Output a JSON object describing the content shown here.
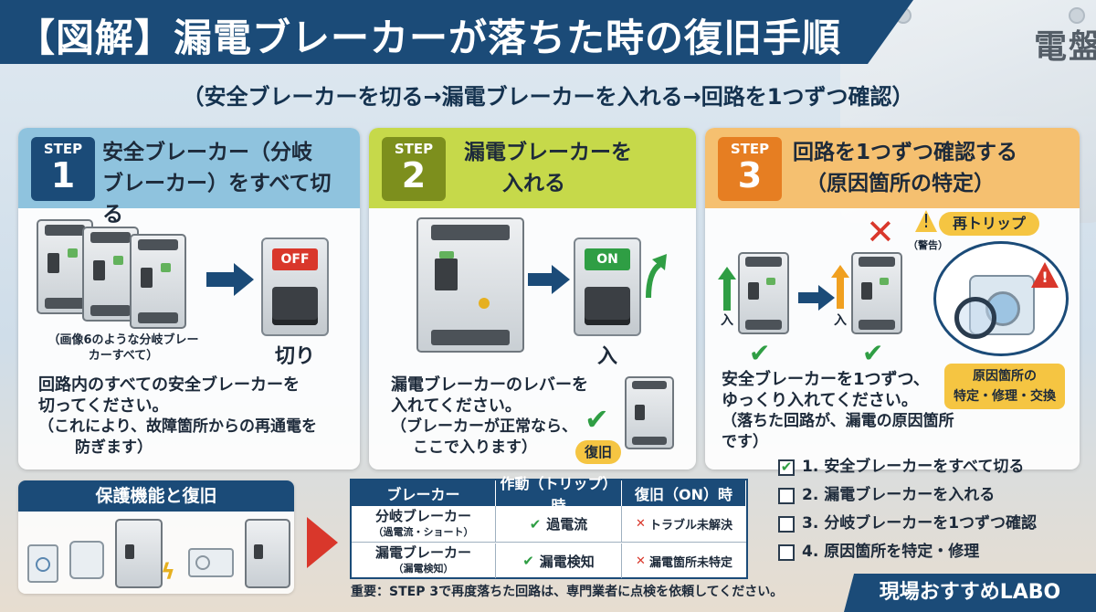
{
  "title": "【図解】漏電ブレーカーが落ちた時の復旧手順",
  "bg_label": "電盤",
  "subtitle": "（安全ブレーカーを切る→漏電ブレーカーを入れる→回路を1つずつ確認）",
  "steps": [
    {
      "step_word": "STEP",
      "number": "1",
      "title_lines": [
        "安全ブレーカー（分岐",
        "ブレーカー）をすべて切る"
      ],
      "caption": "（画像6のような分岐ブレーカーすべて）",
      "switch_label": "OFF",
      "action_label": "切り",
      "desc_lines": [
        "回路内のすべての安全ブレーカーを",
        "切ってください。",
        "（これにより、故障箇所からの再通電を",
        "防ぎます）"
      ]
    },
    {
      "step_word": "STEP",
      "number": "2",
      "title_lines": [
        "漏電ブレーカーを",
        "入れる"
      ],
      "switch_label": "ON",
      "action_label": "入",
      "desc_lines": [
        "漏電ブレーカーのレバーを",
        "入れてください。",
        "（ブレーカーが正常なら、",
        "ここで入ります）"
      ],
      "badge_label": "復旧"
    },
    {
      "step_word": "STEP",
      "number": "3",
      "title_lines": [
        "回路を1つずつ確認する",
        "（原因箇所の特定）"
      ],
      "on_label_1": "入",
      "on_label_2": "入",
      "retrip_label": "再トリップ",
      "warning_label": "（警告）",
      "cause_lines": [
        "原因箇所の",
        "特定・修理・交換"
      ],
      "desc_lines": [
        "安全ブレーカーを1つずつ、",
        "ゆっくり入れてください。",
        "（落ちた回路が、漏電の原因箇所です）"
      ]
    }
  ],
  "checklist": [
    {
      "label": "1. 安全ブレーカーをすべて切る",
      "checked": true
    },
    {
      "label": "2. 漏電ブレーカーを入れる",
      "checked": false
    },
    {
      "label": "3. 分岐ブレーカーを1つずつ確認",
      "checked": false
    },
    {
      "label": "4. 原因箇所を特定・修理",
      "checked": false
    }
  ],
  "protection": {
    "title": "保護機能と復旧"
  },
  "table": {
    "headers": [
      "ブレーカー",
      "作動（トリップ）時",
      "復旧（ON）時"
    ],
    "rows": [
      {
        "name": "分岐ブレーカー",
        "sub": "（過電流・ショート）",
        "trip": "過電流",
        "recover": "トラブル未解決"
      },
      {
        "name": "漏電ブレーカー",
        "sub": "（漏電検知）",
        "trip": "漏電検知",
        "recover": "漏電箇所未特定"
      }
    ]
  },
  "warning": "重要：STEP 3で再度落ちた回路は、専門業者に点検を依頼してください。",
  "brand": "現場おすすめLABO",
  "colors": {
    "navy": "#1b4b78",
    "step1": "#8fc3de",
    "step2": "#c6d94a",
    "step3": "#f5c070",
    "badge3": "#e67e22",
    "green": "#2f9e44",
    "red": "#d9372b"
  }
}
